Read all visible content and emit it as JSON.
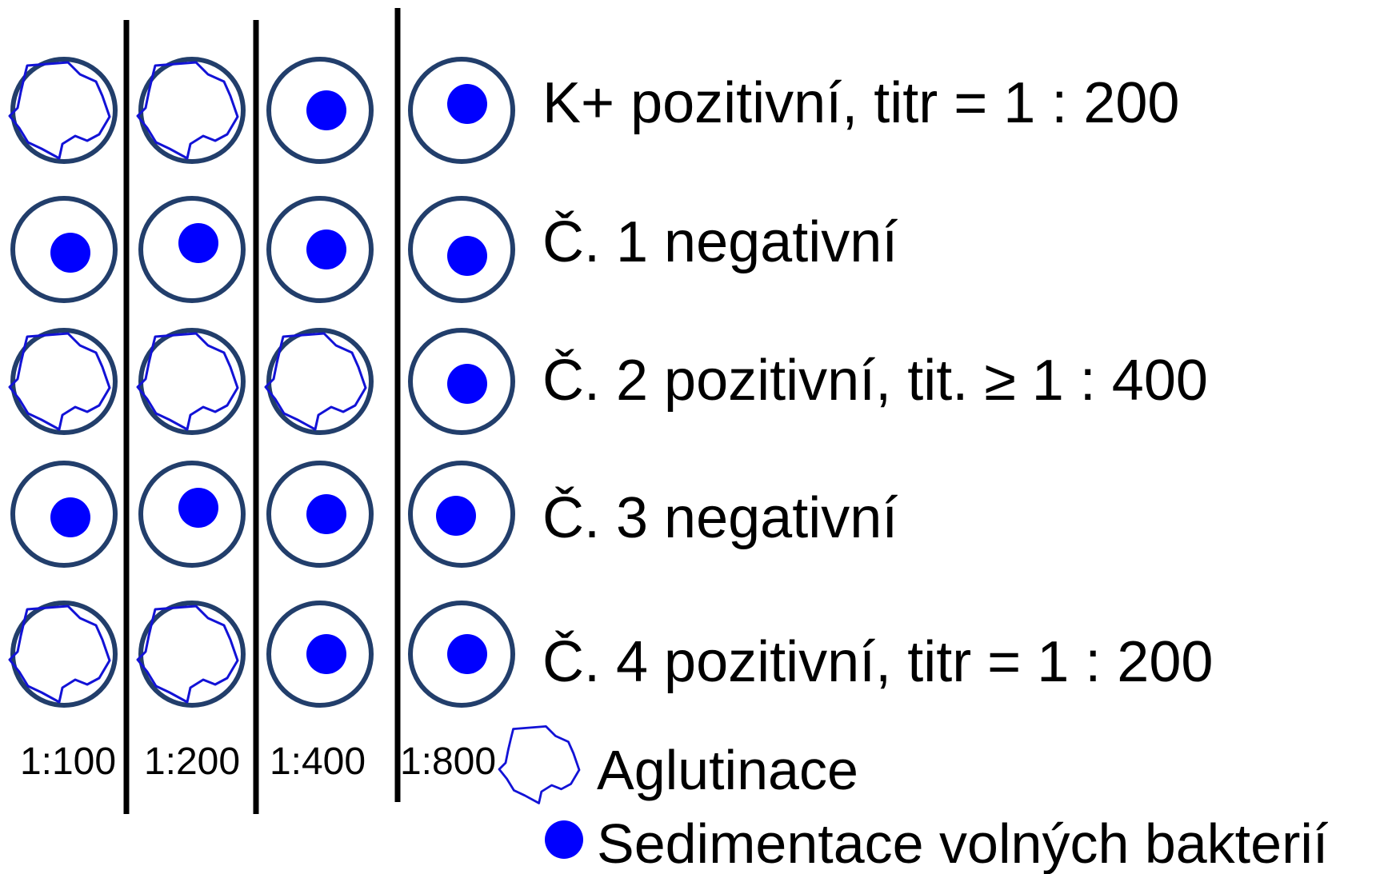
{
  "colors": {
    "well_border": "#223e6b",
    "bacteria": "#0000ff",
    "agglutinate": "#1212d6",
    "divider": "#000000",
    "text": "#000000"
  },
  "dilutions": [
    "1:100",
    "1:200",
    "1:400",
    "1:800"
  ],
  "rows": [
    {
      "label": "K+ pozitivní, titr = 1 : 200",
      "wells": [
        "aglutinace",
        "aglutinace",
        "sedimentace",
        "sedimentace"
      ]
    },
    {
      "label": "Č. 1 negativní",
      "wells": [
        "sedimentace",
        "sedimentace",
        "sedimentace",
        "sedimentace"
      ]
    },
    {
      "label": "Č. 2 pozitivní, tit. ≥ 1 : 400",
      "wells": [
        "aglutinace",
        "aglutinace",
        "aglutinace",
        "sedimentace"
      ]
    },
    {
      "label": "Č. 3 negativní",
      "wells": [
        "sedimentace",
        "sedimentace",
        "sedimentace",
        "sedimentace"
      ]
    },
    {
      "label": "Č. 4 pozitivní, titr = 1 : 200",
      "wells": [
        "aglutinace",
        "aglutinace",
        "sedimentace",
        "sedimentace"
      ]
    }
  ],
  "legend": {
    "agglutination": {
      "label": "Aglutinace",
      "icon": "agglutinate-icon"
    },
    "sedimentation": {
      "label": "Sedimentace volných bakterií",
      "icon": "sediment-dot-icon"
    }
  }
}
